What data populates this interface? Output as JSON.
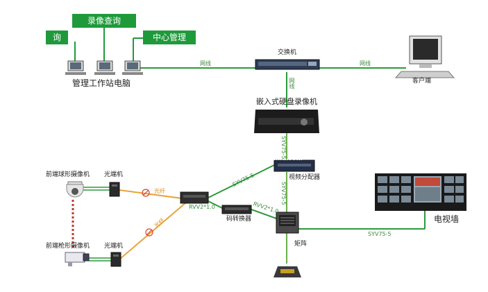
{
  "menu": {
    "record_query": "录像查询",
    "query_partial": "询",
    "center_manage": "中心管理"
  },
  "labels": {
    "mgmt_pcs": "管理工作站电脑",
    "switch": "交换机",
    "client": "客户端",
    "dvr": "嵌入式硬盘录像机",
    "video_dist": "视频分配器",
    "code_conv": "码转换器",
    "matrix": "矩阵",
    "tv_wall": "电视墙",
    "dome_cam": "前端球形摄像机",
    "gun_cam": "前端枪形摄像机",
    "optical_1": "光端机",
    "optical_2": "光端机",
    "watermark": "mfu.com"
  },
  "cables": {
    "net_left": "网线",
    "net_right": "网线",
    "net_vertical": "网线",
    "fiber_1": "光纤",
    "fiber_2": "光纤",
    "syv_main": "SYV75-5",
    "syv_diag": "SYV75-5",
    "syv_wall": "SYV75-5",
    "rvv_1": "RVV2*1.0",
    "rvv_2": "RVV2*1.0",
    "syv_mid": "SYV75-5"
  },
  "colors": {
    "network": "#2a9a3a",
    "fiber": "#e8a33a",
    "control": "#c0392b",
    "button": "#1f9a3b"
  }
}
